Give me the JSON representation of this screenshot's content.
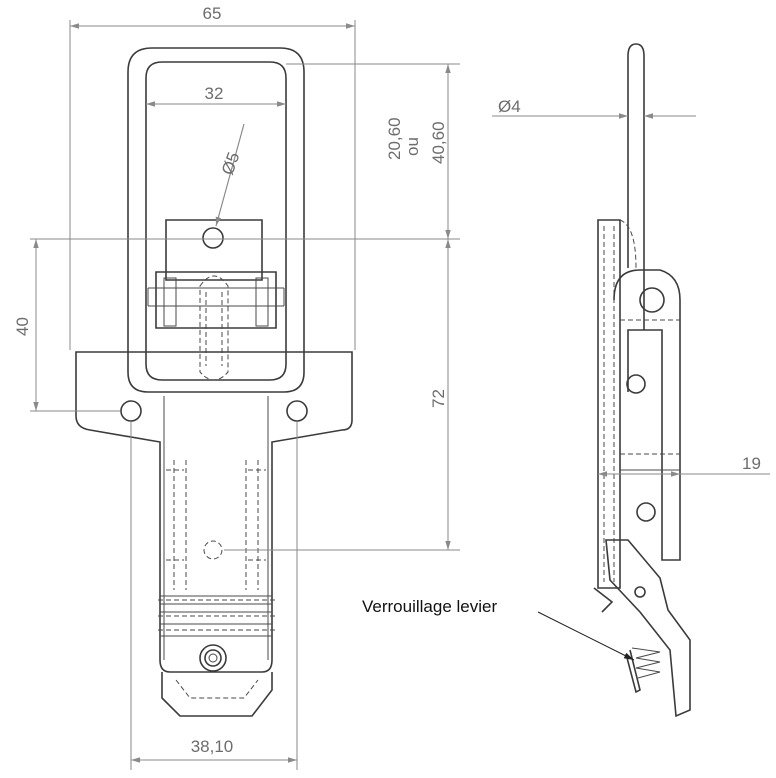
{
  "dimensions": {
    "overall_width": "65",
    "inner_width": "32",
    "hole_diameter": "Ø5",
    "stroke_a": "20,60",
    "stroke_or": "ou",
    "stroke_b": "40,60",
    "hole_to_base": "40",
    "total_height": "72",
    "base_width": "38,10",
    "pin_diameter": "Ø4",
    "side_thickness": "19"
  },
  "callouts": {
    "lever_lock": "Verrouillage levier"
  }
}
